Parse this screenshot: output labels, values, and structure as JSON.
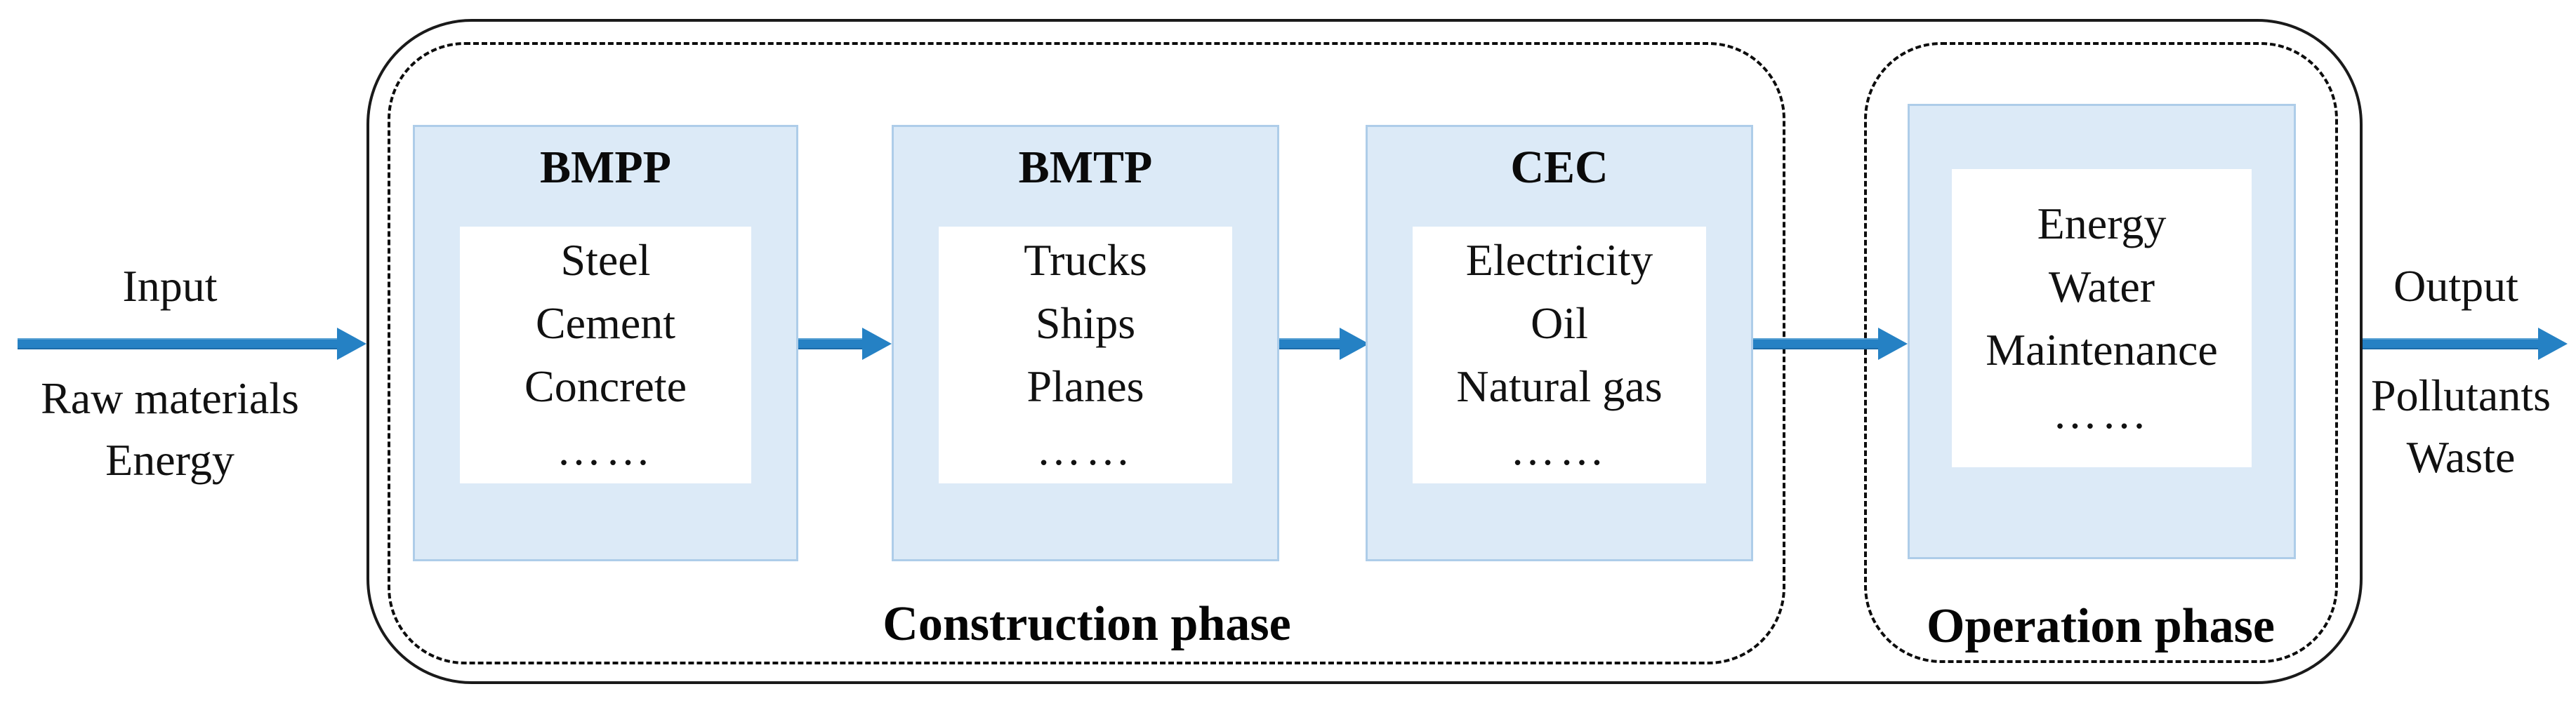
{
  "flow": {
    "input": {
      "label": "Input",
      "line1": "Raw materials",
      "line2": "Energy"
    },
    "output": {
      "label": "Output",
      "line1": "Pollutants",
      "line2": "Waste"
    },
    "phases": {
      "construction": {
        "label": "Construction phase"
      },
      "operation": {
        "label": "Operation phase"
      }
    },
    "boxes": [
      {
        "title": "BMPP",
        "items": [
          "Steel",
          "Cement",
          "Concrete",
          "……"
        ]
      },
      {
        "title": "BMTP",
        "items": [
          "Trucks",
          "Ships",
          "Planes",
          "……"
        ]
      },
      {
        "title": "CEC",
        "items": [
          "Electricity",
          "Oil",
          "Natural gas",
          "……"
        ]
      },
      {
        "title": "",
        "items": [
          "Energy",
          "Water",
          "Maintenance",
          "……"
        ]
      }
    ],
    "colors": {
      "box_fill": "#dceaf7",
      "box_border": "#aecde9",
      "arrow_blue": "#2581c4",
      "frame_line": "#1a1a1a"
    }
  }
}
